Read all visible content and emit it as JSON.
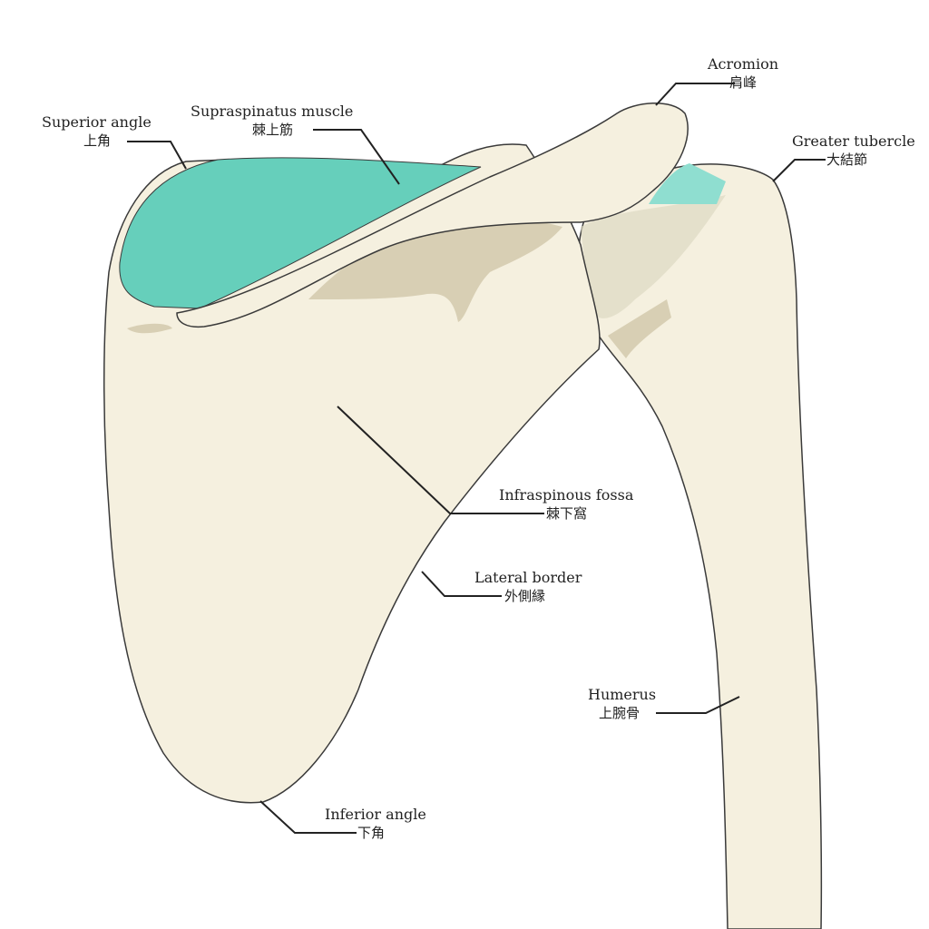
{
  "colors": {
    "bone": "#f5f0df",
    "bone_shadow": "#d8cfb4",
    "outline": "#3a3a3a",
    "muscle": "#66cfbb",
    "leader": "#222222"
  },
  "labels": {
    "acromion": {
      "en": "Acromion",
      "ja": "肩峰"
    },
    "superior_angle": {
      "en": "Superior angle",
      "ja": "上角"
    },
    "supraspinatus": {
      "en": "Supraspinatus muscle",
      "ja": "棘上筋"
    },
    "greater_tubercle": {
      "en": "Greater tubercle",
      "ja": "大結節"
    },
    "infraspinous_fossa": {
      "en": "Infraspinous fossa",
      "ja": "棘下窩"
    },
    "lateral_border": {
      "en": "Lateral border",
      "ja": "外側縁"
    },
    "humerus": {
      "en": "Humerus",
      "ja": "上腕骨"
    },
    "inferior_angle": {
      "en": "Inferior angle",
      "ja": "下角"
    }
  }
}
